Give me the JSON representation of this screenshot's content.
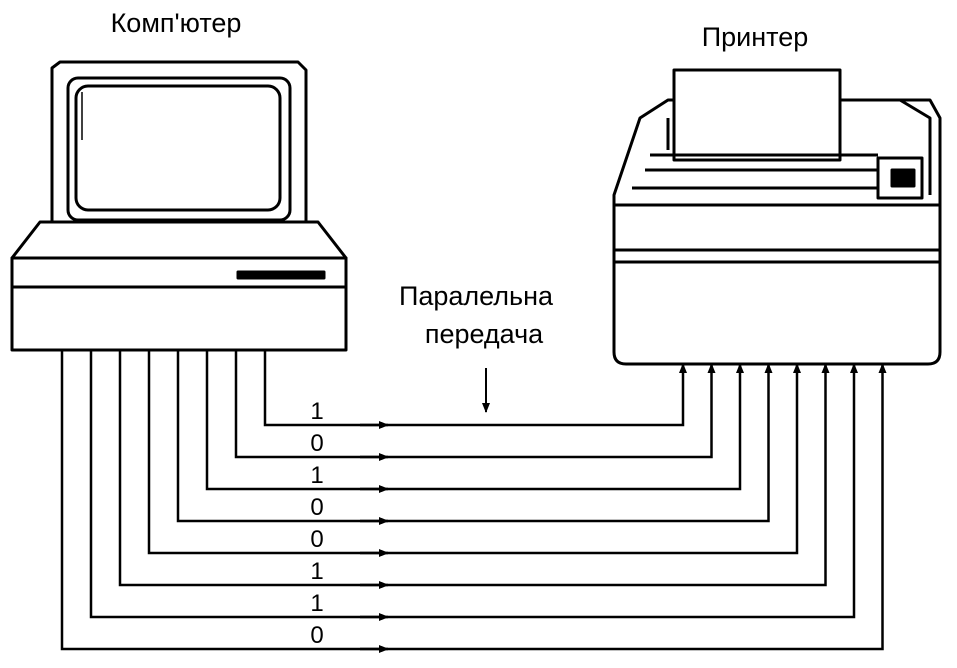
{
  "labels": {
    "computer": "Комп'ютер",
    "printer": "Принтер",
    "transfer_line1": "Паралельна",
    "transfer_line2": "передача"
  },
  "bits": [
    "1",
    "0",
    "1",
    "0",
    "0",
    "1",
    "1",
    "0"
  ],
  "colors": {
    "ink": "#000000",
    "background": "#ffffff"
  }
}
